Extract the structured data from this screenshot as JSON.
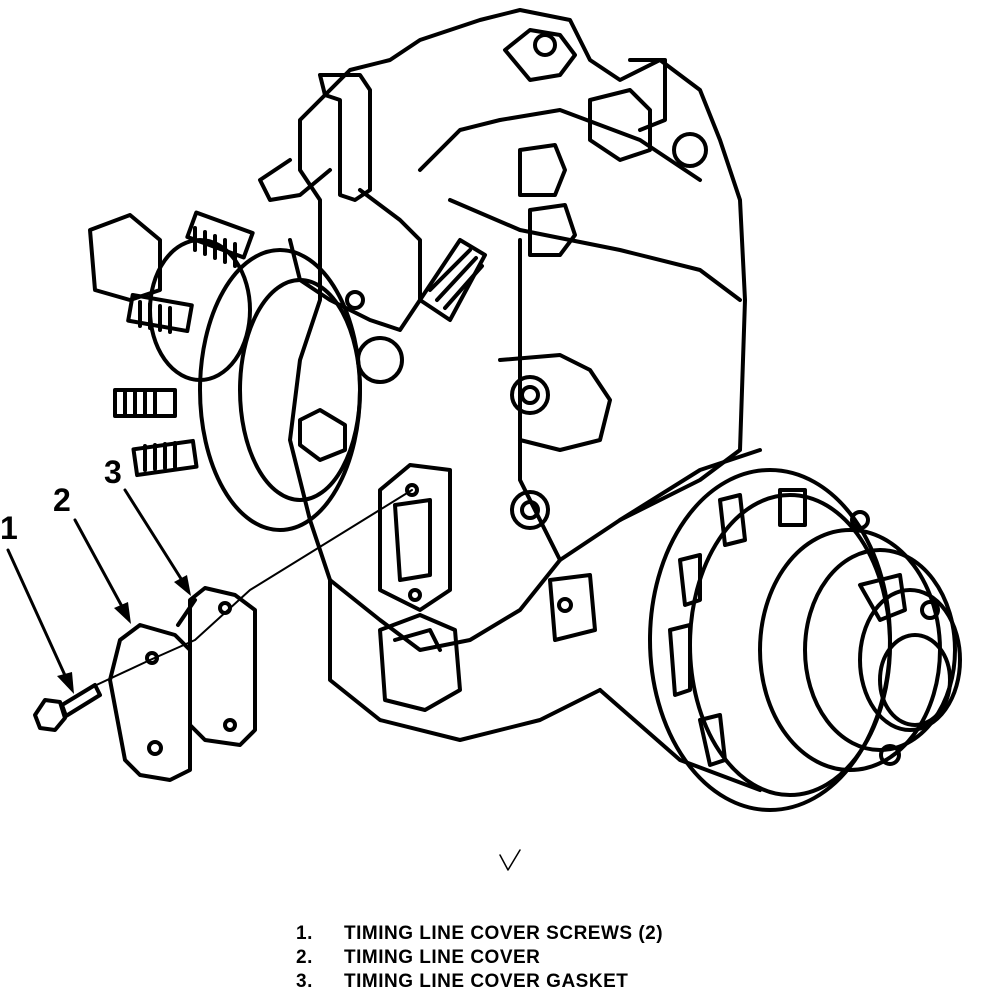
{
  "callouts": [
    {
      "number": "1"
    },
    {
      "number": "2"
    },
    {
      "number": "3"
    }
  ],
  "legend": [
    {
      "number": "1.",
      "label": "TIMING LINE COVER SCREWS (2)"
    },
    {
      "number": "2.",
      "label": "TIMING LINE COVER"
    },
    {
      "number": "3.",
      "label": "TIMING LINE COVER GASKET"
    }
  ],
  "colors": {
    "ink": "#000000",
    "paper": "#ffffff"
  }
}
